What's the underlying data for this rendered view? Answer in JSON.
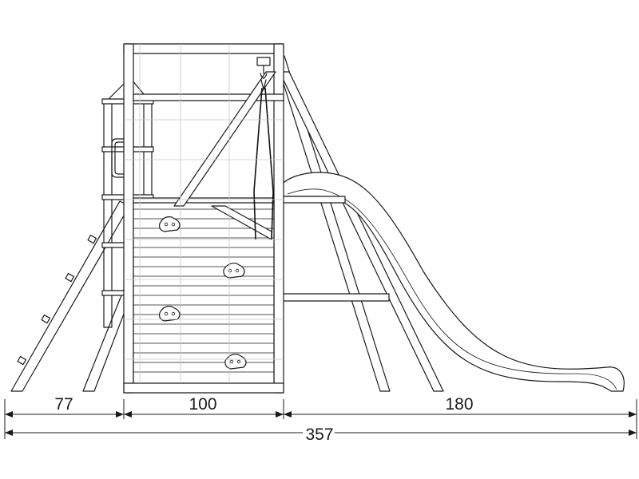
{
  "dimensions": {
    "ladder_width": "77",
    "tower_width": "100",
    "slide_length": "180",
    "total_length": "357"
  },
  "icons": [
    "climbing-hold-icon",
    "handle-icon",
    "swing-hook-icon"
  ]
}
